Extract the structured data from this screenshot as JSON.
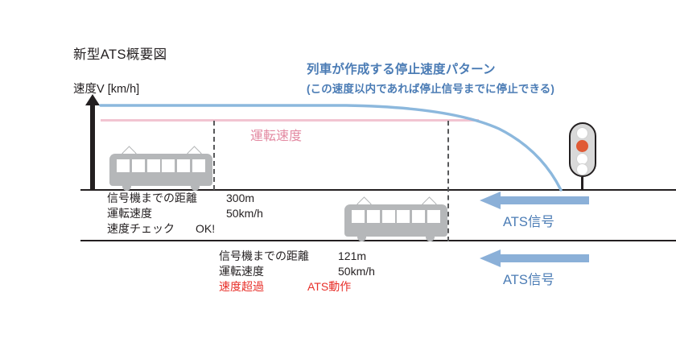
{
  "diagram": {
    "title": "新型ATS概要図",
    "axis_label": "速度V [km/h]",
    "pattern_note_line1": "列車が作成する停止速度パターン",
    "pattern_note_line2": "(この速度以内であれば停止信号までに停止できる)",
    "operating_speed_label": "運転速度"
  },
  "colors": {
    "pattern_curve": "#8cb8dd",
    "operating_speed_line": "#f2c4d1",
    "pattern_text": "#4b7cb5",
    "operating_speed_text": "#e38aa2",
    "alert_text": "#e8302a",
    "train_body": "#b5b7b9",
    "signal_red_lamp": "#e05a35",
    "ats_arrow": "#8bb0d8",
    "axis": "#231f20"
  },
  "status_blocks": [
    {
      "distance_key": "信号機までの距離",
      "distance_value": "300m",
      "speed_key": "運転速度",
      "speed_value": "50km/h",
      "check_key": "速度チェック",
      "check_value": "OK!"
    },
    {
      "distance_key": "信号機までの距離",
      "distance_value": "121m",
      "speed_key": "運転速度",
      "speed_value": "50km/h",
      "check_key": "速度超過",
      "check_value": "ATS動作"
    }
  ],
  "ats_signals": [
    {
      "label": "ATS信号"
    },
    {
      "label": "ATS信号"
    }
  ],
  "signal_lamps": [
    {
      "state": "off"
    },
    {
      "state": "red"
    },
    {
      "state": "off"
    },
    {
      "state": "off"
    }
  ],
  "chart_data": {
    "type": "line",
    "title": "新型ATS概要図",
    "ylabel": "速度V [km/h]",
    "xlabel": "",
    "grid": false,
    "legend": "none",
    "series": [
      {
        "name": "列車が作成する停止速度パターン",
        "color": "#8cb8dd",
        "points": [
          [
            0,
            62
          ],
          [
            300,
            62
          ],
          [
            420,
            60
          ],
          [
            500,
            55
          ],
          [
            560,
            48
          ],
          [
            600,
            38
          ],
          [
            630,
            26
          ],
          [
            650,
            12
          ],
          [
            660,
            0
          ]
        ]
      },
      {
        "name": "運転速度",
        "color": "#f2c4d1",
        "points": [
          [
            0,
            50
          ],
          [
            560,
            50
          ]
        ]
      }
    ],
    "annotations": [
      {
        "text": "信号機までの距離 300m / 運転速度 50km/h / 速度チェック OK!",
        "at_x": 300
      },
      {
        "text": "信号機までの距離 121m / 運転速度 50km/h / 速度超過 ATS動作",
        "at_x": 121
      }
    ]
  }
}
